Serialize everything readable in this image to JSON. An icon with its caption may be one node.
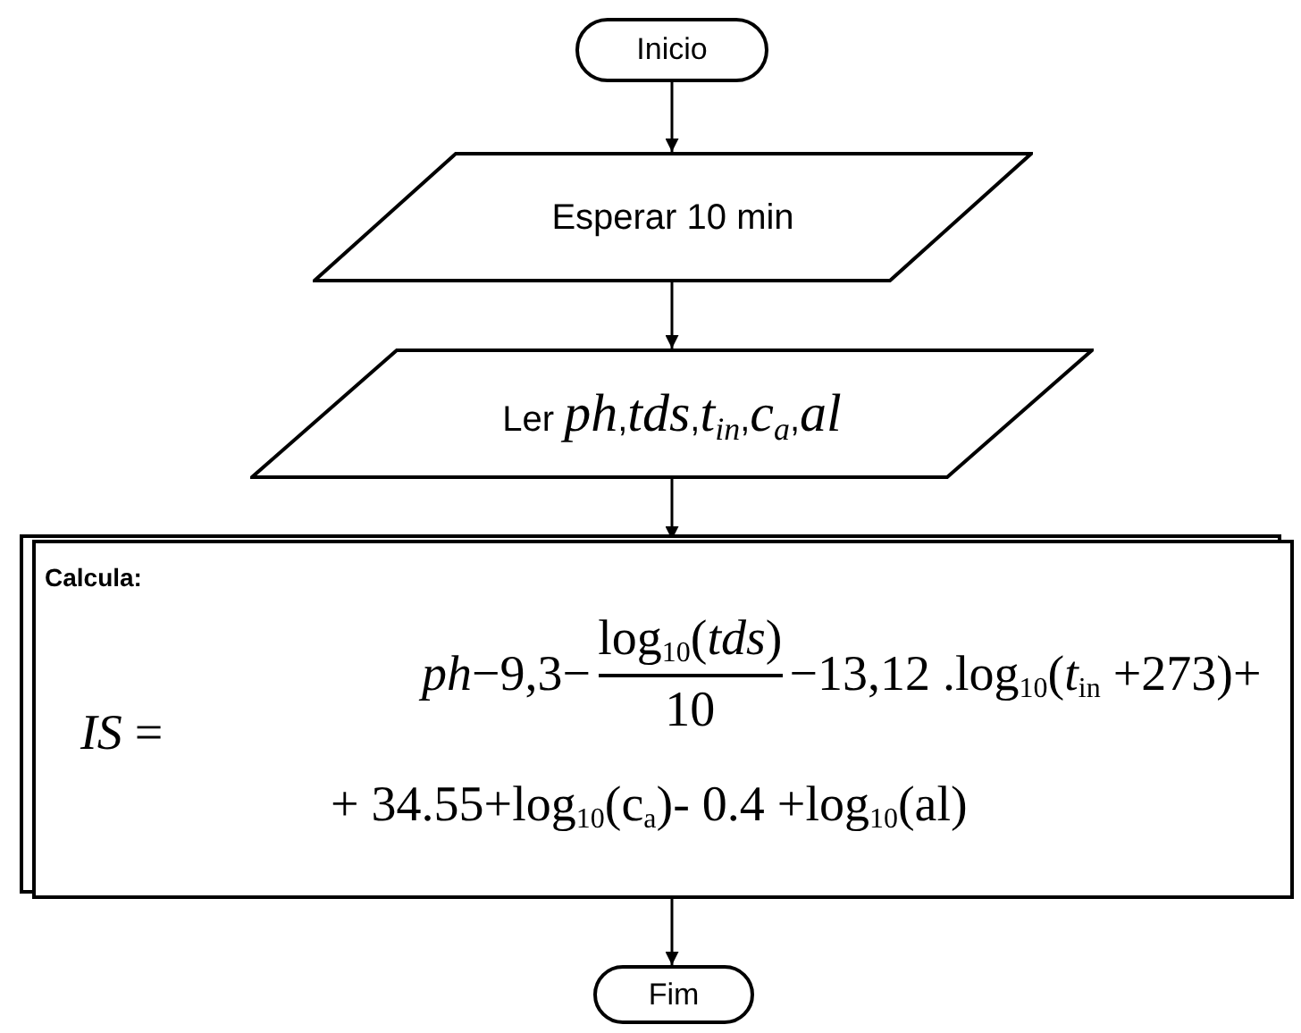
{
  "diagram": {
    "nodes": [
      {
        "text": [
          "Inicio"
        ]
      },
      {
        "text": [
          "Esperar 10 min"
        ]
      },
      {
        "text": [
          "Ler *ph*,*tds*,*t*$_{in}$,*c*$_{a}$,*al*"
        ]
      },
      {
        "text": [
          "Calcula:",
          "*IS* =",
          "*ph*−9,3−",
          "log$_{10}$(*tds*)",
          "10",
          "−13,12 .log$_{10}$(*t*$_{in}$ +273)+",
          "+ 34.55+log$_{10}$(c$_{a}$)- 0.4 +log$_{10}$(al)"
        ]
      },
      {
        "text": [
          "Fim"
        ]
      }
    ],
    "edges": [
      {
        "from": 0,
        "to": 1,
        "arrow": "to"
      },
      {
        "from": 1,
        "to": 2,
        "arrow": "to"
      },
      {
        "from": 2,
        "to": 3,
        "arrow": "to"
      },
      {
        "from": 3,
        "to": 4,
        "arrow": "to"
      }
    ]
  }
}
